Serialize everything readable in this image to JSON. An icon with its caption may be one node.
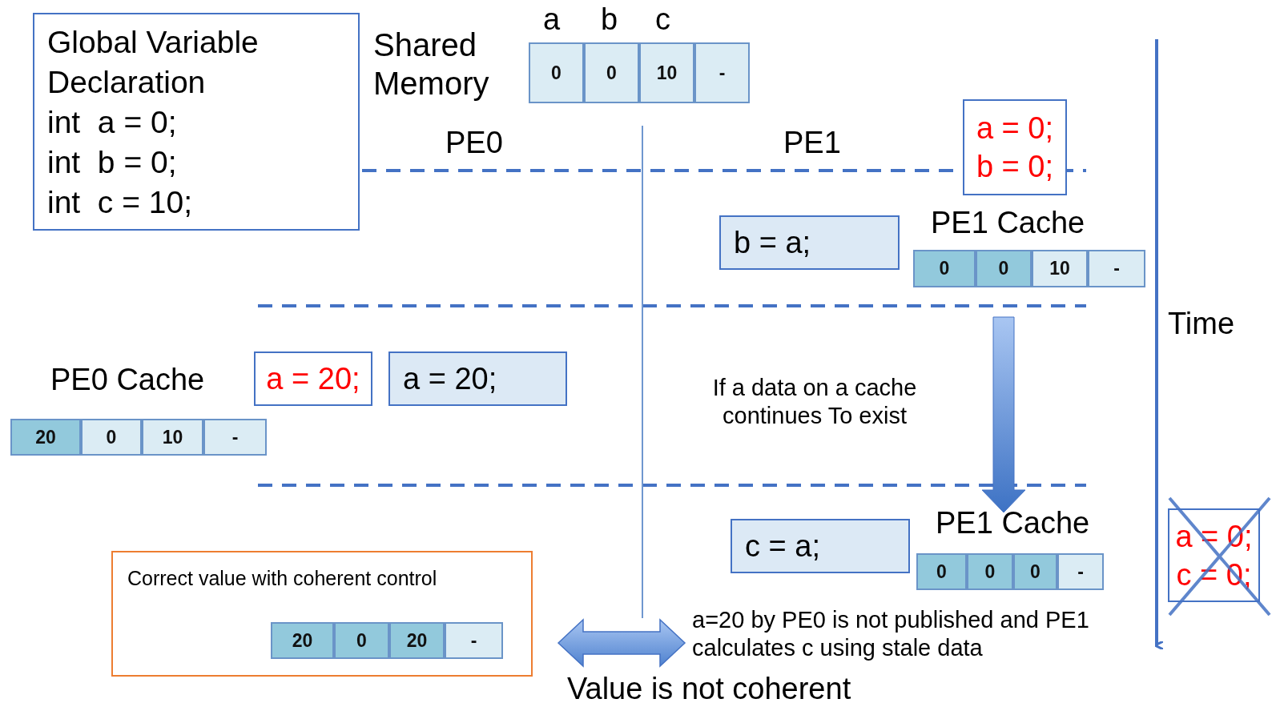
{
  "diagram": {
    "nodes": [
      {
        "text": [
          "Global Variable Declaration",
          "int  a = 0;",
          "int  b = 0;",
          "int  c = 10;"
        ]
      },
      {
        "text": [
          "0"
        ]
      },
      {
        "text": [
          "0"
        ]
      },
      {
        "text": [
          "10"
        ]
      },
      {
        "text": [
          "-"
        ]
      },
      {
        "text": [
          "a = 0;",
          "b = 0;"
        ]
      },
      {
        "text": [
          "b = a;"
        ]
      },
      {
        "text": [
          "0"
        ]
      },
      {
        "text": [
          "0"
        ]
      },
      {
        "text": [
          "10"
        ]
      },
      {
        "text": [
          "-"
        ]
      },
      {
        "text": [
          "a = 20;"
        ]
      },
      {
        "text": [
          "a = 20;"
        ]
      },
      {
        "text": [
          "20"
        ]
      },
      {
        "text": [
          "0"
        ]
      },
      {
        "text": [
          "10"
        ]
      },
      {
        "text": [
          "-"
        ]
      },
      {
        "text": [
          "c = a;"
        ]
      },
      {
        "text": [
          "0"
        ]
      },
      {
        "text": [
          "0"
        ]
      },
      {
        "text": [
          "0"
        ]
      },
      {
        "text": [
          "-"
        ]
      },
      {
        "text": [
          "a = 0;",
          "c = 0;"
        ]
      },
      {
        "text": [
          "Correct value with coherent control"
        ]
      },
      {
        "text": [
          "20"
        ],
        "in": 23
      },
      {
        "text": [
          "0"
        ],
        "in": 23
      },
      {
        "text": [
          "20"
        ],
        "in": 23
      },
      {
        "text": [
          "-"
        ],
        "in": 23
      }
    ],
    "labels": [
      "a",
      "b",
      "c",
      "Shared Memory",
      "PE0",
      "PE1",
      "PE1 Cache",
      "Time",
      "PE0 Cache",
      "If a data on a cache continues To exist",
      "PE1 Cache",
      "a=20 by PE0 is not published and PE1 calculates c using stale data",
      "Value is not coherent"
    ]
  }
}
